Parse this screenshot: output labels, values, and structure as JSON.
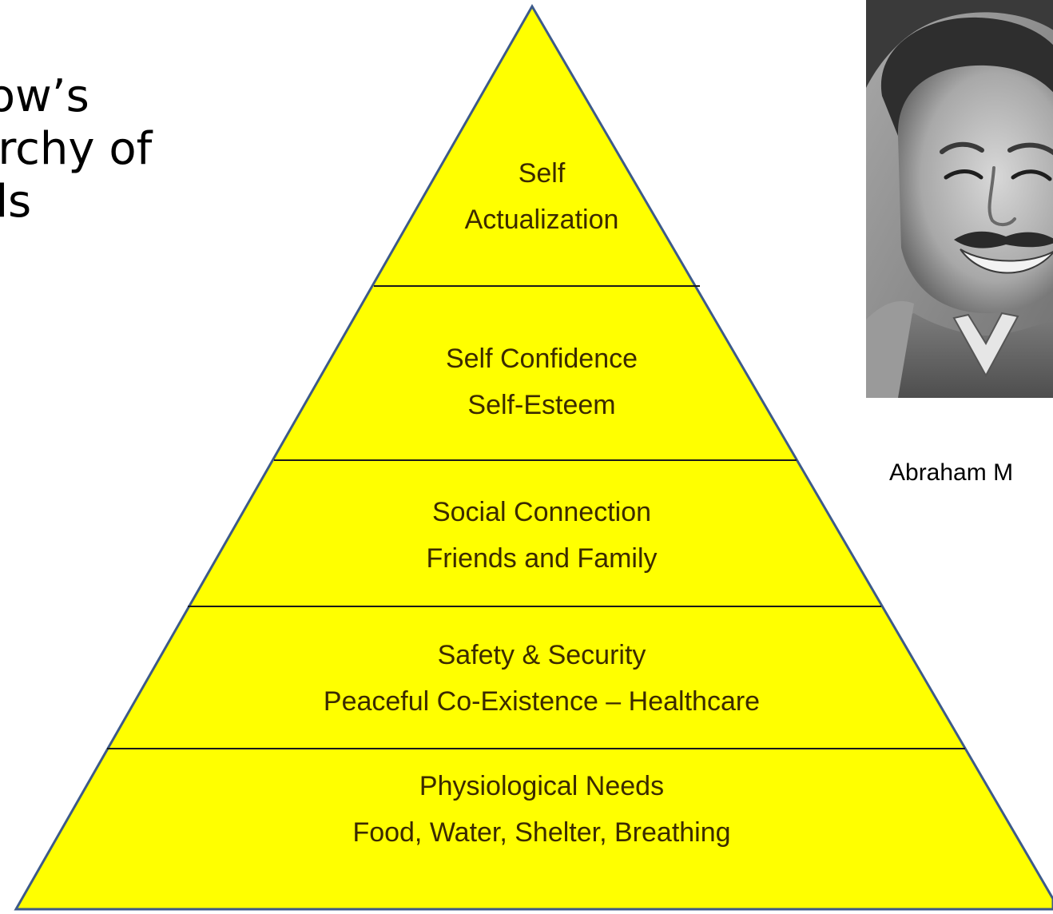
{
  "title": {
    "lines": [
      "slow’s",
      "rarchy of",
      "eds"
    ]
  },
  "pyramid": {
    "fill": "#ffff00",
    "stroke": "#3d5a8a",
    "divider": "#1a1a1a",
    "tiers": [
      {
        "line1": "Self",
        "line2": "Actualization"
      },
      {
        "line1": "Self Confidence",
        "line2": "Self-Esteem"
      },
      {
        "line1": "Social Connection",
        "line2": "Friends and Family"
      },
      {
        "line1": "Safety & Security",
        "line2": "Peaceful Co-Existence – Healthcare"
      },
      {
        "line1": "Physiological Needs",
        "line2": "Food, Water, Shelter, Breathing"
      }
    ]
  },
  "photo": {
    "caption": "Abraham M"
  }
}
